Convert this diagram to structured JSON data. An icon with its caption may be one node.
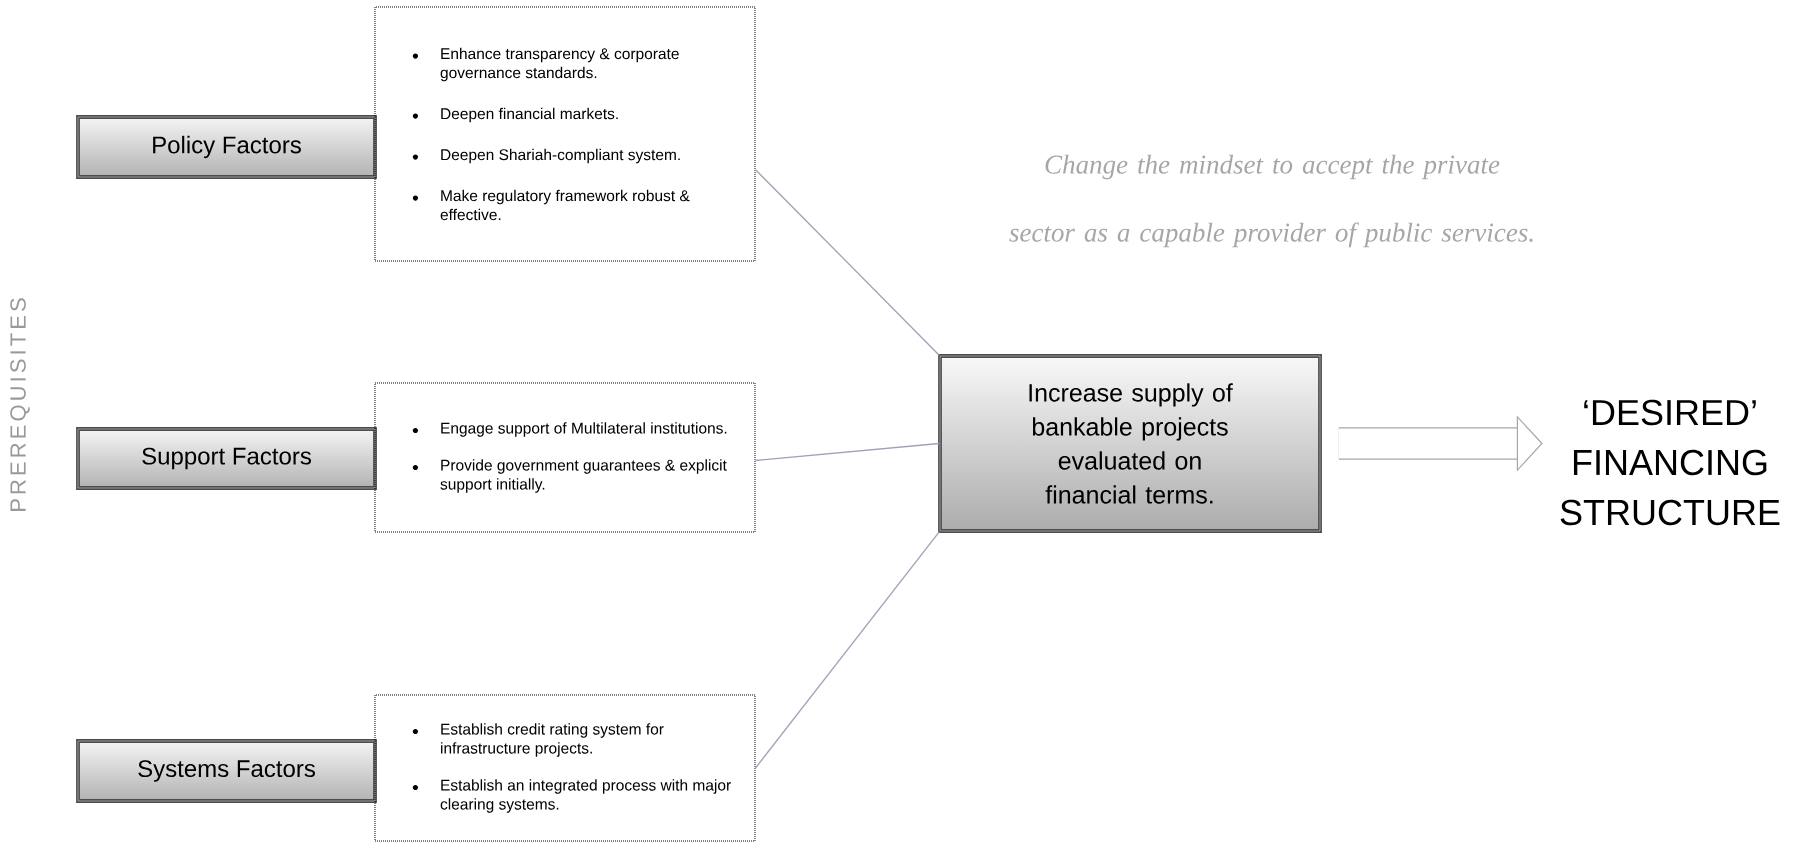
{
  "diagram": {
    "nodes": [
      {
        "text": [
          "Policy Factors"
        ]
      },
      {
        "text": [
          "Enhance transparency & corporate governance standards.",
          "Deepen financial markets.",
          "Deepen Shariah-compliant system.",
          "Make regulatory framework robust & effective."
        ]
      },
      {
        "text": [
          "Support Factors"
        ]
      },
      {
        "text": [
          "Engage support of Multilateral institutions.",
          "Provide government guarantees & explicit support initially."
        ]
      },
      {
        "text": [
          "Systems Factors"
        ]
      },
      {
        "text": [
          "Establish credit rating system for infrastructure projects.",
          "Establish an integrated process with major clearing systems."
        ]
      },
      {
        "text": [
          "Increase supply of bankable projects evaluated on financial terms."
        ]
      },
      {
        "text": [
          "‘DESIRED’ FINANCING STRUCTURE"
        ]
      }
    ],
    "edges": [
      {
        "from": 1,
        "to": 6,
        "arrow": "none"
      },
      {
        "from": 3,
        "to": 6,
        "arrow": "none"
      },
      {
        "from": 5,
        "to": 6,
        "arrow": "none"
      },
      {
        "from": 6,
        "to": 7,
        "arrow": "to",
        "style": "thick"
      }
    ],
    "labels": [
      "PREREQUISITES",
      "Change the mindset to accept the private sector as a capable provider of public services."
    ]
  }
}
